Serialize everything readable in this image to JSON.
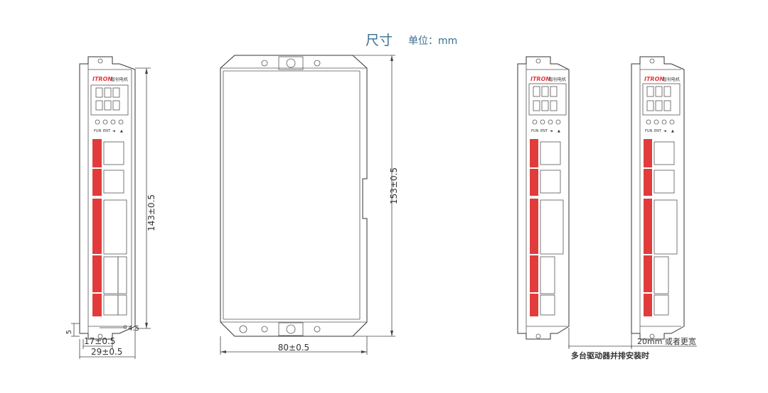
{
  "header": {
    "title": "尺寸",
    "unit_label": "单位：mm"
  },
  "colors": {
    "title": "#3a6f8f",
    "accent_red": "#e23b3b",
    "line": "#333333"
  },
  "brand": {
    "logo_text": "ITRON",
    "logo_cn": "智创电机"
  },
  "panel": {
    "button_labels": [
      "FUN",
      "ENT",
      "◄",
      "▲"
    ]
  },
  "dimensions": {
    "front_height": "143±0.5",
    "front_mount_width": "17±0.5",
    "front_total_width": "29±0.5",
    "front_offset": "5",
    "front_hole": "4.5",
    "side_height": "153±0.5",
    "side_width": "80±0.5"
  },
  "notes": {
    "spacing": "20mm 或者更宽",
    "parallel_install": "多台驱动器并排安装时"
  }
}
